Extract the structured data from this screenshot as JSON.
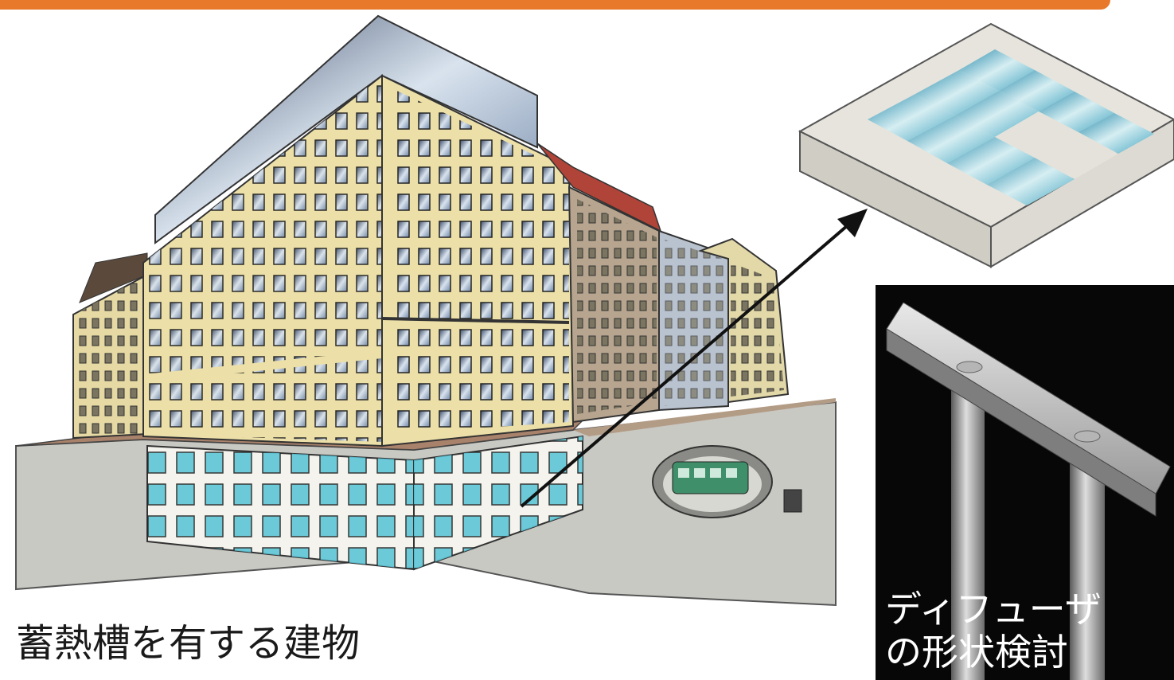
{
  "caption": "蓄熱槽を有する建物",
  "diffuser": {
    "line1": "ディフューザ",
    "line2": "の形状検討"
  },
  "colors": {
    "accent_bar": "#e8782a",
    "facade": "#ece0a8",
    "water": "#6fc6d4",
    "panel_bg": "#070707"
  }
}
